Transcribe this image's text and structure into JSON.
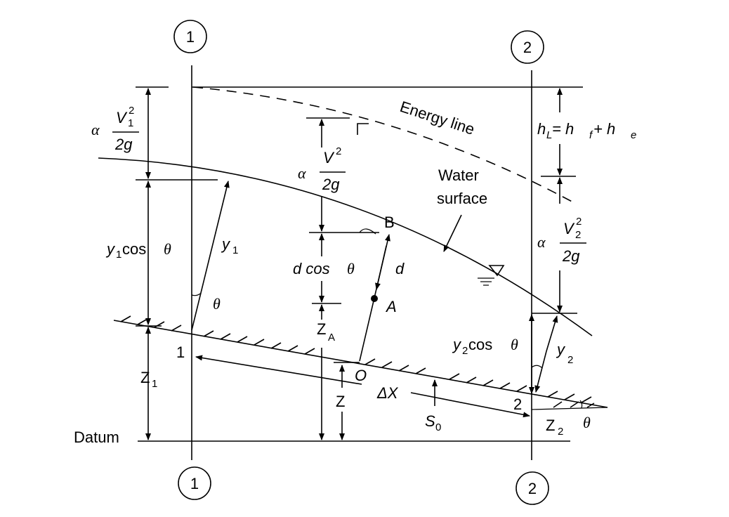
{
  "sections": {
    "top_left": "1",
    "top_right": "2",
    "bottom_left": "1",
    "bottom_right": "2"
  },
  "labels": {
    "energy_line": "Energy line",
    "water_surface_line1": "Water",
    "water_surface_line2": "surface",
    "datum": "Datum",
    "alpha": "α",
    "theta": "θ",
    "v1_sq": "V",
    "v1_sub": "1",
    "sq": "2",
    "two_g": "2g",
    "v_sq": "V",
    "v2_sq": "V",
    "v2_sub": "2",
    "head_loss_h": "h",
    "head_loss_L": "L",
    "head_loss_eq": " = h",
    "head_loss_f": "f",
    "head_loss_plus": " + h",
    "head_loss_e": "e",
    "y1_cos_y": "y",
    "y1_cos_sub": "1",
    "y1_cos_text": " cos ",
    "y1_y": "y",
    "y1_sub": "1",
    "d_cos": "d cos ",
    "d": "d",
    "point_b": "B",
    "point_a": "A",
    "point_o": "O",
    "za_z": "Z",
    "za_sub": "A",
    "z1_z": "Z",
    "z1_sub": "1",
    "z": "Z",
    "delta_x": "ΔX",
    "s0_s": "S",
    "s0_sub": "0",
    "z2_z": "Z",
    "z2_sub": "2",
    "y2_cos_y": "y",
    "y2_cos_sub": "2",
    "y2_cos_text": " cos ",
    "y2_y": "y",
    "y2_sub": "2",
    "bed_point_1": "1",
    "bed_point_2": "2"
  }
}
